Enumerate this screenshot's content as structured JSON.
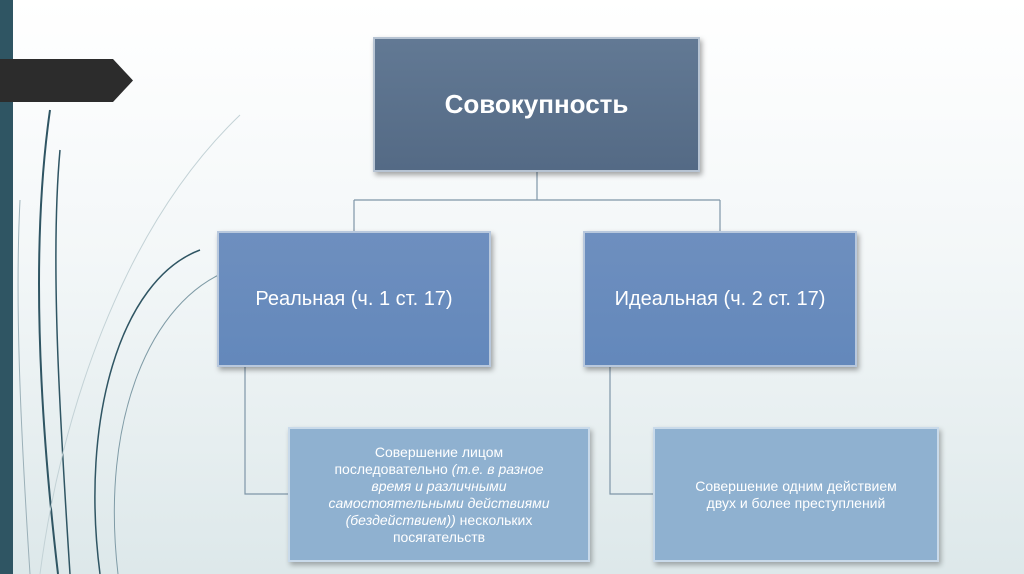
{
  "root": {
    "label": "Совокупность"
  },
  "branches": [
    {
      "label": "Реальная (ч. 1 ст. 17)",
      "detail": {
        "part1": "Совершение лицом\nпоследовательно ",
        "italic": "(т.е. в разное\nвремя и различными\nсамостоятельными действиями\n(бездействием))",
        "part2": " нескольких\nпосягательств"
      }
    },
    {
      "label": "Идеальная (ч. 2 ст. 17)",
      "detail": {
        "text": "Совершение одним действием\nдвух и более преступлений"
      }
    }
  ],
  "colors": {
    "root_fill": "#5b708b",
    "branch_fill": "#6a8cbd",
    "leaf_fill": "#8fb1d0",
    "left_bar": "#2f5563",
    "arrow_tab": "#2c2c2c"
  }
}
